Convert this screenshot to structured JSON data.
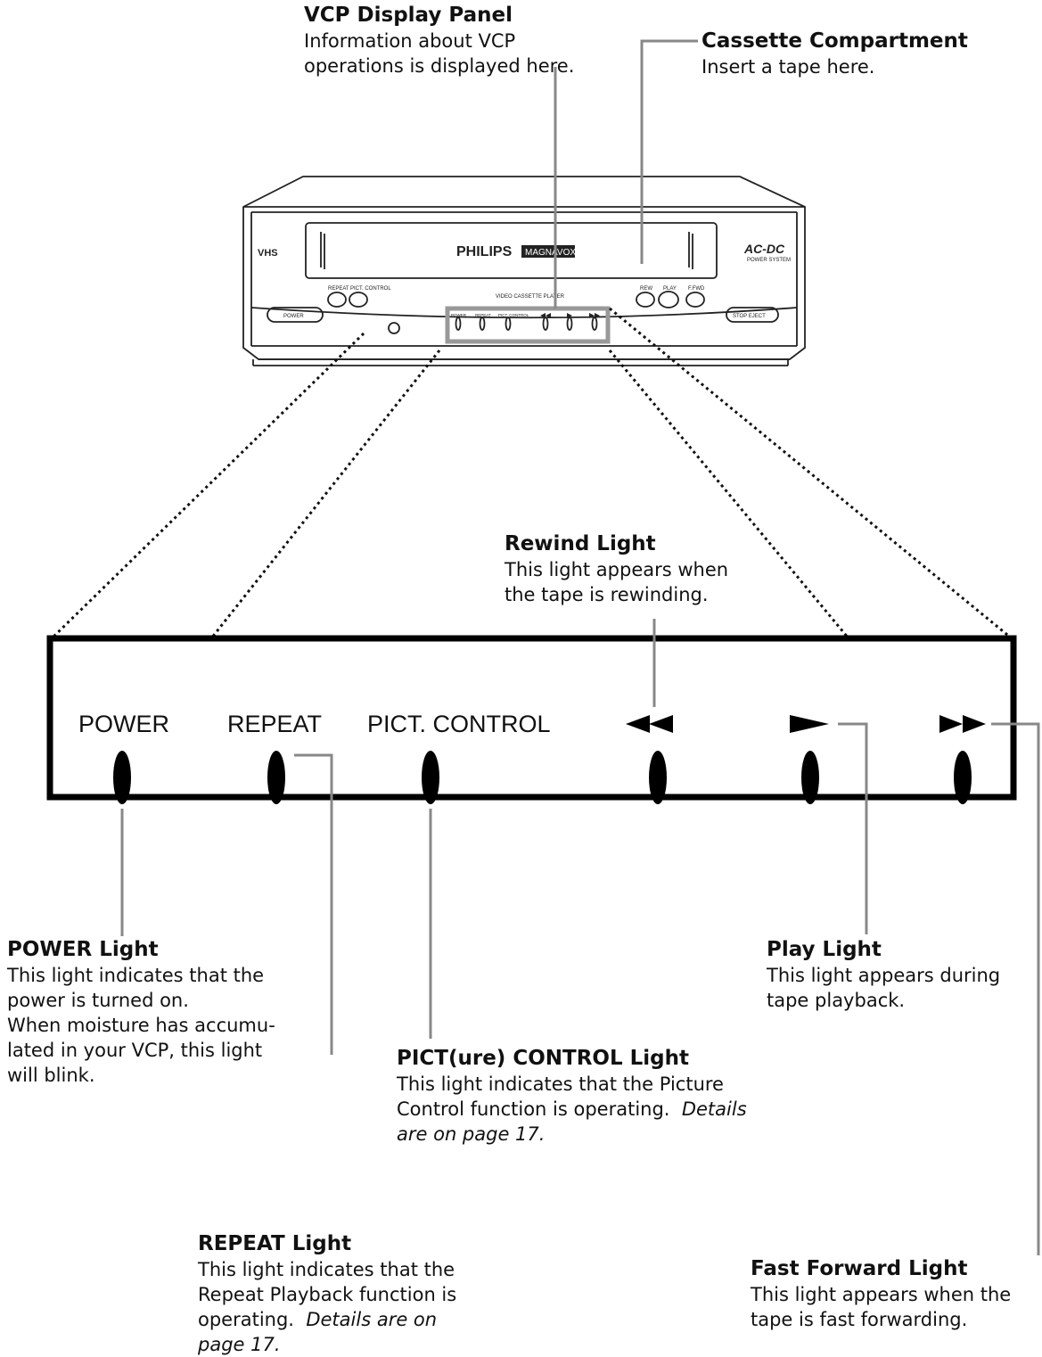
{
  "vcr": {
    "brand": "PHILIPS",
    "brand2": "MAGNAVOX",
    "vhs": "VHS",
    "acdc": "AC-DC",
    "acdc_sub": "POWER SYSTEM",
    "model_text": "VIDEO CASSETTE PLAYER",
    "btn_repeat": "REPEAT",
    "btn_pict": "PICT. CONTROL",
    "btn_rew": "REW",
    "btn_play": "PLAY",
    "btn_ffwd": "F.FWD",
    "btn_power": "POWER",
    "btn_stop_eject": "STOP  EJECT",
    "mini_power": "POWER",
    "mini_repeat": "REPEAT",
    "mini_pict": "PICT. CONTROL"
  },
  "panel": {
    "labels": {
      "power": "POWER",
      "repeat": "REPEAT",
      "pict": "PICT. CONTROL",
      "rew": "◀◀",
      "play": "▶",
      "ffwd": "▶▶"
    }
  },
  "callouts": {
    "vcp_display": {
      "title": "VCP Display Panel",
      "lines": [
        "Information about VCP",
        "operations is displayed here."
      ]
    },
    "cassette": {
      "title": "Cassette Compartment",
      "lines": [
        "Insert a tape here."
      ]
    },
    "rewind": {
      "title": "Rewind Light",
      "lines": [
        "This light appears when",
        "the tape is rewinding."
      ]
    },
    "power": {
      "title": "POWER Light",
      "lines": [
        "This light indicates that the",
        "power is turned on.",
        "When moisture has accumu-",
        "lated in your VCP, this light",
        "will blink."
      ]
    },
    "play": {
      "title": "Play Light",
      "lines": [
        "This light appears during",
        "tape playback."
      ]
    },
    "pict": {
      "title": "PICT(ure) CONTROL  Light",
      "lines": [
        "This light indicates that the Picture",
        "Control function is operating."
      ],
      "italic": [
        "Details",
        "are on page 17."
      ]
    },
    "repeat": {
      "title": "REPEAT Light",
      "lines": [
        "This light indicates that the",
        "Repeat Playback function is",
        "operating."
      ],
      "italic": [
        "Details are on",
        "page 17."
      ]
    },
    "ffwd": {
      "title": "Fast Forward Light",
      "lines": [
        "This light appears when the",
        "tape is fast forwarding."
      ]
    }
  }
}
